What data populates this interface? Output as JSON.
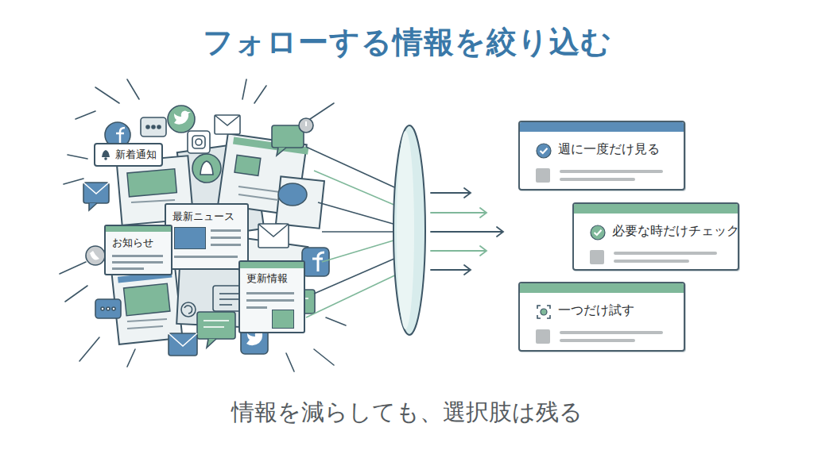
{
  "diagram": {
    "title": "フォローする情報を絞り込む",
    "caption": "情報を減らしても、選択肢は残る",
    "nodes": [
      {
        "text": [
          "新着通知"
        ]
      },
      {
        "text": [
          "最新ニュース"
        ]
      },
      {
        "text": [
          "お知らせ"
        ]
      },
      {
        "text": [
          "更新情報"
        ]
      },
      {
        "text": [
          "週に一度だけ見る"
        ]
      },
      {
        "text": [
          "必要な時だけチェック"
        ]
      },
      {
        "text": [
          "一つだけ試す"
        ]
      }
    ]
  }
}
